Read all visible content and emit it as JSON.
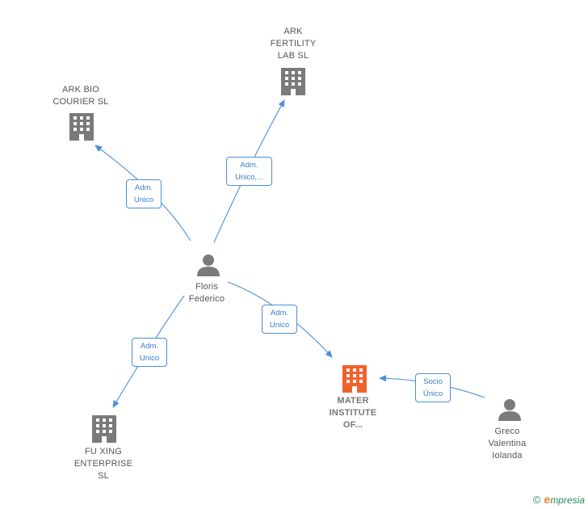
{
  "nodes": {
    "ark_fertility": {
      "label": "ARK\nFERTILITY\nLAB  SL"
    },
    "ark_bio": {
      "label": "ARK BIO\nCOURIER  SL"
    },
    "floris": {
      "label": "Floris\nFederico"
    },
    "mater": {
      "label": "MATER\nINSTITUTE\nOF..."
    },
    "fu_xing": {
      "label": "FU XING\nENTERPRISE\nSL"
    },
    "greco": {
      "label": "Greco\nValentina\nIolanda"
    }
  },
  "edges": {
    "to_ark_bio": {
      "label": "Adm.\nUnico"
    },
    "to_ark_fertility": {
      "label": "Adm.\nUnico,..."
    },
    "to_mater": {
      "label": "Adm.\nUnico"
    },
    "to_fu_xing": {
      "label": "Adm.\nUnico"
    },
    "greco_to_mater": {
      "label": "Socio\nÚnico"
    }
  },
  "colors": {
    "edge": "#4a8fd9",
    "company_icon": "#7a7a7a",
    "highlight_icon": "#f0622d",
    "person_icon": "#7a7a7a"
  },
  "footer": {
    "copyright": "©",
    "brand_initial": "e",
    "brand_rest": "mpresia"
  }
}
